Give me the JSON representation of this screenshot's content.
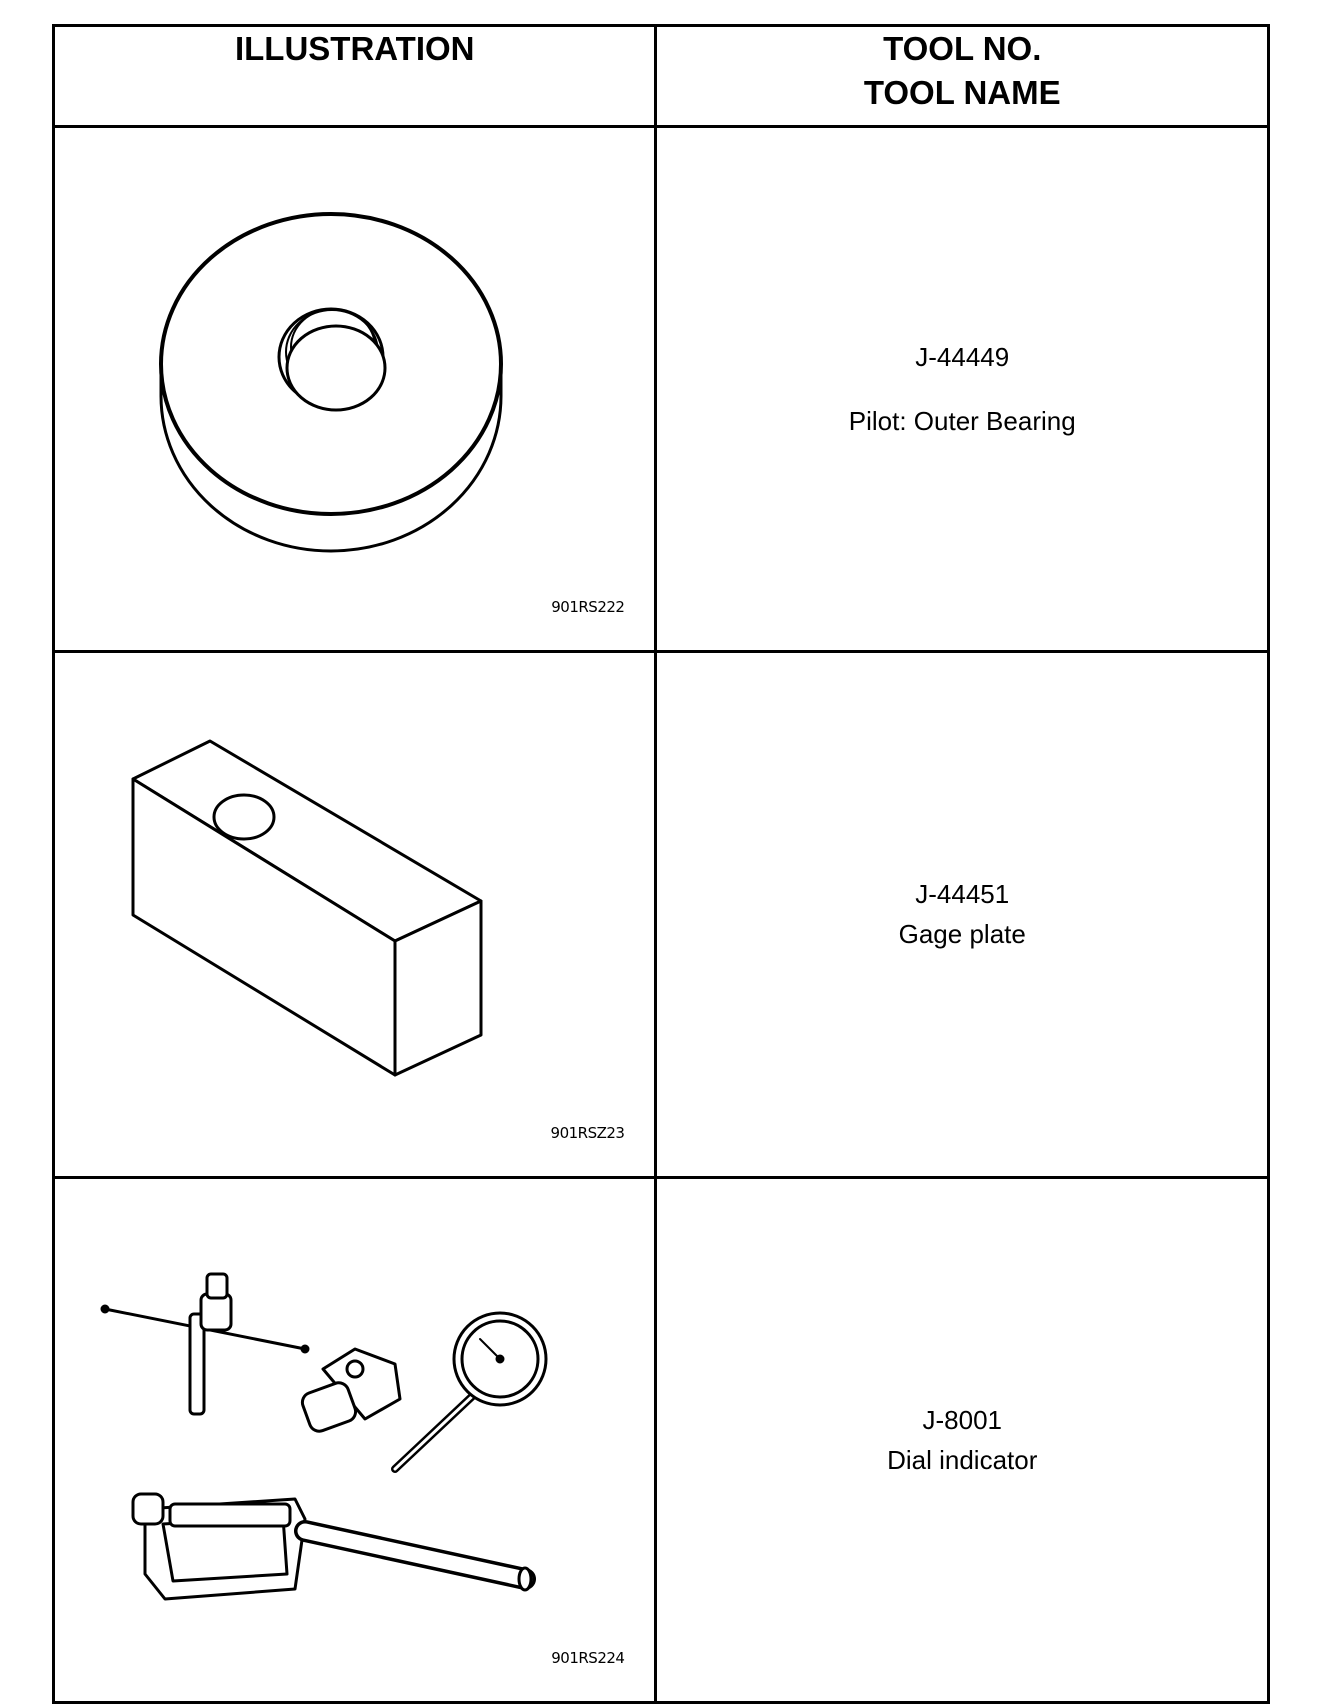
{
  "header": {
    "illustration": "ILLUSTRATION",
    "tool_no": "TOOL NO.",
    "tool_name": "TOOL NAME"
  },
  "rows": [
    {
      "tool_no": "J-44449",
      "tool_name": "Pilot: Outer Bearing",
      "figure_code": "901RS222",
      "icon": "pilot-outer-bearing-icon"
    },
    {
      "tool_no": "J-44451",
      "tool_name": "Gage plate",
      "figure_code": "901RSZ23",
      "icon": "gage-plate-icon"
    },
    {
      "tool_no": "J-8001",
      "tool_name": "Dial indicator",
      "figure_code": "901RS224",
      "icon": "dial-indicator-set-icon"
    }
  ]
}
